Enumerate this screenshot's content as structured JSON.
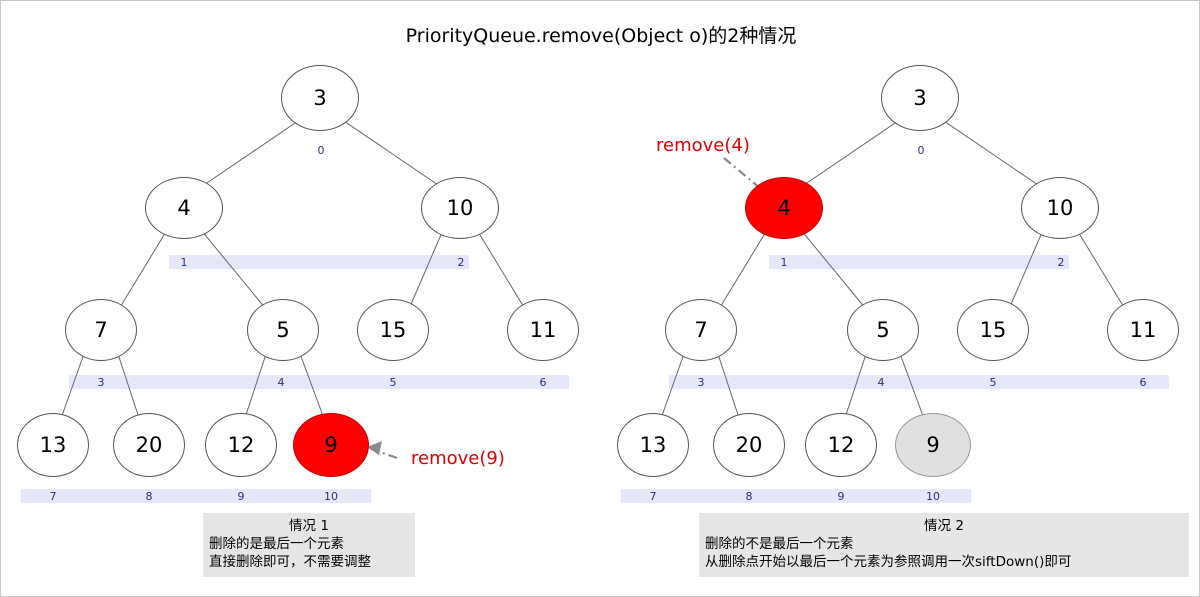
{
  "title": "PriorityQueue.remove(Object o)的2种情况",
  "colors": {
    "highlight_red": "#fe0000",
    "highlight_gray": "#e0e0e0",
    "index_text": "#2b2b8f",
    "band": "#e6e8fa",
    "caption_bg": "#e6e6e6",
    "label_red": "#e00000",
    "arrow": "#808080"
  },
  "left": {
    "nodes": [
      {
        "value": "3",
        "index": "0",
        "state": "normal"
      },
      {
        "value": "4",
        "index": "1",
        "state": "normal"
      },
      {
        "value": "10",
        "index": "2",
        "state": "normal"
      },
      {
        "value": "7",
        "index": "3",
        "state": "normal"
      },
      {
        "value": "5",
        "index": "4",
        "state": "normal"
      },
      {
        "value": "15",
        "index": "5",
        "state": "normal"
      },
      {
        "value": "11",
        "index": "6",
        "state": "normal"
      },
      {
        "value": "13",
        "index": "7",
        "state": "normal"
      },
      {
        "value": "20",
        "index": "8",
        "state": "normal"
      },
      {
        "value": "12",
        "index": "9",
        "state": "normal"
      },
      {
        "value": "9",
        "index": "10",
        "state": "red"
      }
    ],
    "annotation": "remove(9)",
    "caption": {
      "heading": "情况 1",
      "lines": [
        "删除的是最后一个元素",
        "直接删除即可，不需要调整"
      ]
    }
  },
  "right": {
    "nodes": [
      {
        "value": "3",
        "index": "0",
        "state": "normal"
      },
      {
        "value": "4",
        "index": "1",
        "state": "red"
      },
      {
        "value": "10",
        "index": "2",
        "state": "normal"
      },
      {
        "value": "7",
        "index": "3",
        "state": "normal"
      },
      {
        "value": "5",
        "index": "4",
        "state": "normal"
      },
      {
        "value": "15",
        "index": "5",
        "state": "normal"
      },
      {
        "value": "11",
        "index": "6",
        "state": "normal"
      },
      {
        "value": "13",
        "index": "7",
        "state": "normal"
      },
      {
        "value": "20",
        "index": "8",
        "state": "normal"
      },
      {
        "value": "12",
        "index": "9",
        "state": "normal"
      },
      {
        "value": "9",
        "index": "10",
        "state": "gray"
      }
    ],
    "annotation": "remove(4)",
    "caption": {
      "heading": "情况 2",
      "lines": [
        "删除的不是最后一个元素",
        "从删除点开始以最后一个元素为参照调用一次siftDown()即可"
      ]
    }
  }
}
